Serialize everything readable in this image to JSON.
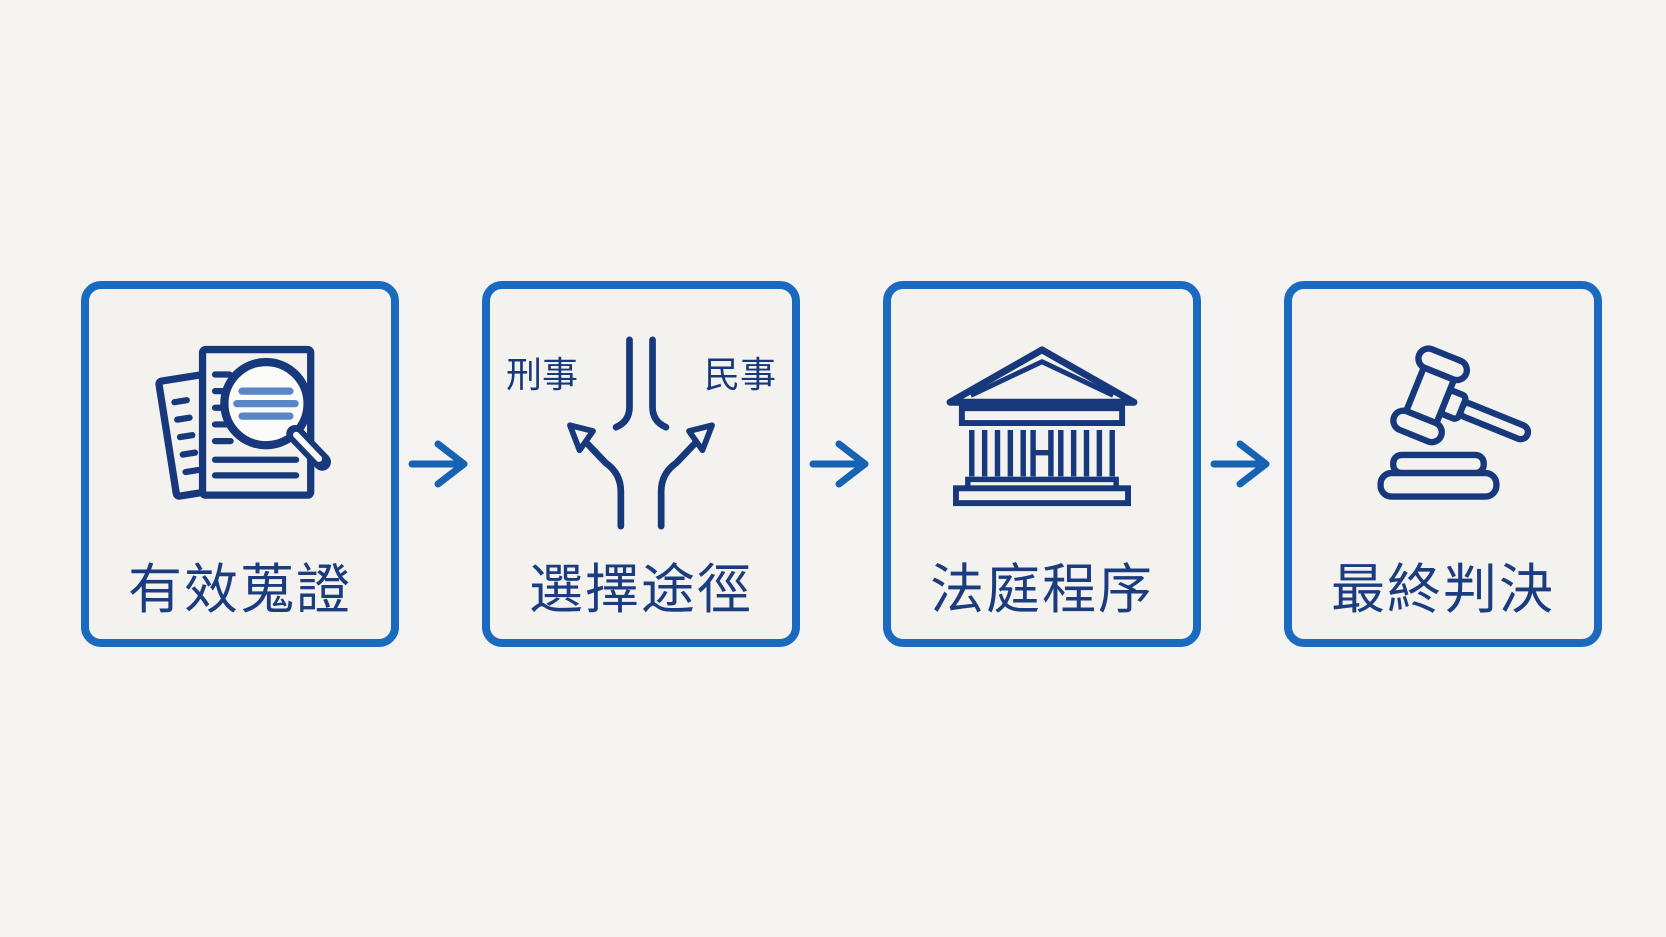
{
  "flow": {
    "steps": [
      {
        "label": "有效蒐證",
        "icon": "document-magnifier-icon"
      },
      {
        "label": "選擇途徑",
        "icon": "fork-path-icon",
        "branch_left": "刑事",
        "branch_right": "民事"
      },
      {
        "label": "法庭程序",
        "icon": "courthouse-icon"
      },
      {
        "label": "最終判決",
        "icon": "gavel-icon"
      }
    ]
  },
  "colors": {
    "background": "#f4f3f1",
    "box_border": "#1a6abf",
    "icon_stroke": "#17397c",
    "label_text": "#1b3c7e",
    "connector_arrow": "#1563b2",
    "magnifier_lines": "#5986c7"
  }
}
